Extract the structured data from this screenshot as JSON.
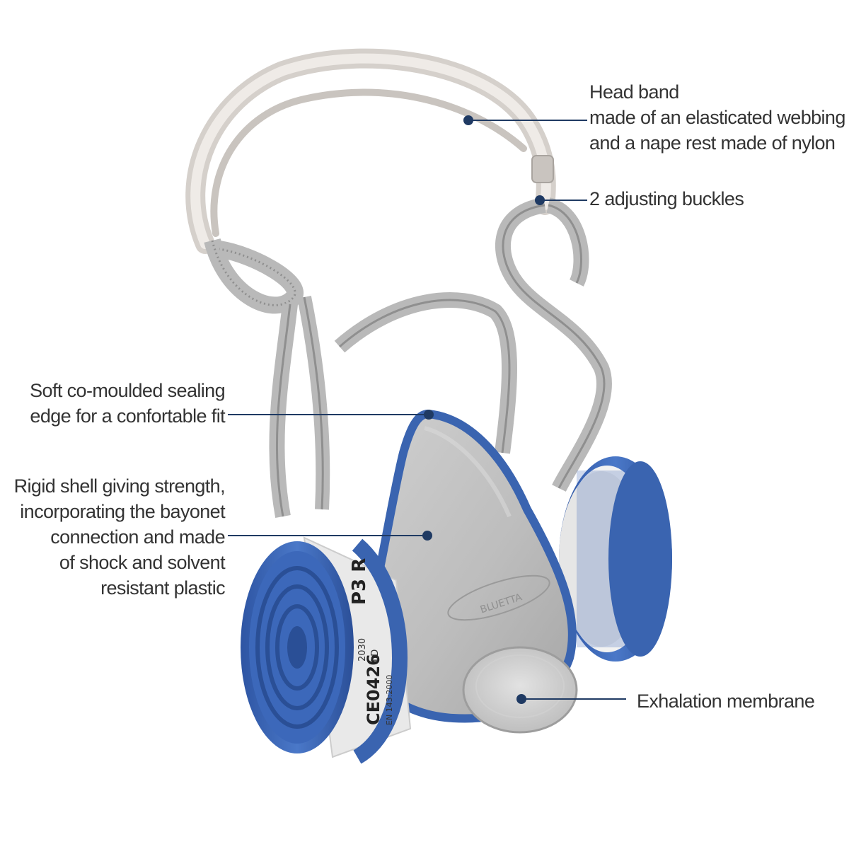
{
  "annotations": {
    "head_band": {
      "lines": [
        "Head band",
        "made of an elasticated webbing",
        "and a nape rest made of nylon"
      ]
    },
    "buckles": {
      "lines": [
        "2 adjusting buckles"
      ]
    },
    "sealing_edge": {
      "lines": [
        "Soft co-moulded sealing",
        "edge for a confortable fit"
      ]
    },
    "rigid_shell": {
      "lines": [
        "Rigid shell giving strength,",
        "incorporating the bayonet",
        "connection and made",
        "of shock and solvent",
        "resistant plastic"
      ]
    },
    "exhalation": {
      "lines": [
        "Exhalation membrane"
      ]
    }
  },
  "filter_label": {
    "class": "P3 R",
    "ce": "CE0426",
    "code": "2030",
    "ld": "LD",
    "standard": "EN 143:2000"
  },
  "colors": {
    "marker": "#1f3a63",
    "text": "#333333",
    "filter_blue": "#3a64b0",
    "shell_grey": "#b9b9b9",
    "strap_grey": "#b5b5b5"
  }
}
